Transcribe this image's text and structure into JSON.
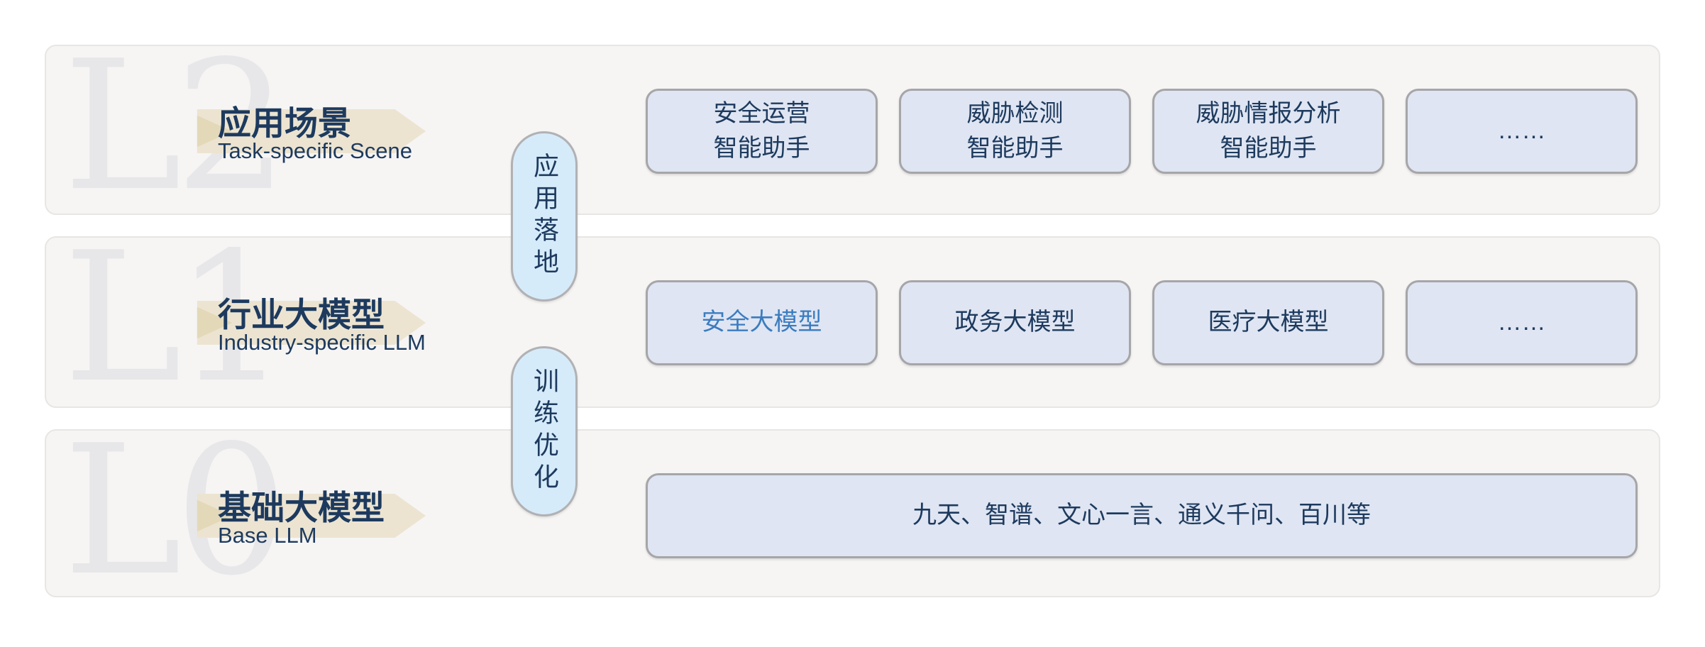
{
  "colors": {
    "panel_bg": "#f6f5f4",
    "panel_border": "#e8e6e4",
    "watermark_gray": "#e7e7e9",
    "text_navy": "#1d3a5e",
    "highlight_blue": "#3b7cc0",
    "box_bg": "#dfe5f2",
    "box_border": "#a6a6a9",
    "pill_bg": "#d6ebfa",
    "pill_border": "#b1b1b4",
    "arrow_tan": "#ece4d1",
    "arrow_tan_dark": "#e3d8b8"
  },
  "layers": [
    {
      "level": "L2",
      "title": "应用场景",
      "subtitle": "Task-specific Scene",
      "boxes": [
        {
          "label": "安全运营\n智能助手"
        },
        {
          "label": "威胁检测\n智能助手"
        },
        {
          "label": "威胁情报分析\n智能助手"
        },
        {
          "label": "……"
        }
      ]
    },
    {
      "level": "L1",
      "title": "行业大模型",
      "subtitle": "Industry-specific LLM",
      "boxes": [
        {
          "label": "安全大模型",
          "highlighted": true,
          "highlight_color": "#3b7cc0"
        },
        {
          "label": "政务大模型"
        },
        {
          "label": "医疗大模型"
        },
        {
          "label": "……"
        }
      ]
    },
    {
      "level": "L0",
      "title": "基础大模型",
      "subtitle": "Base LLM",
      "boxes": [
        {
          "label": "九天、智谱、文心一言、通义千问、百川等"
        }
      ]
    }
  ],
  "connectors": [
    {
      "label": "应用落地"
    },
    {
      "label": "训练优化"
    }
  ]
}
